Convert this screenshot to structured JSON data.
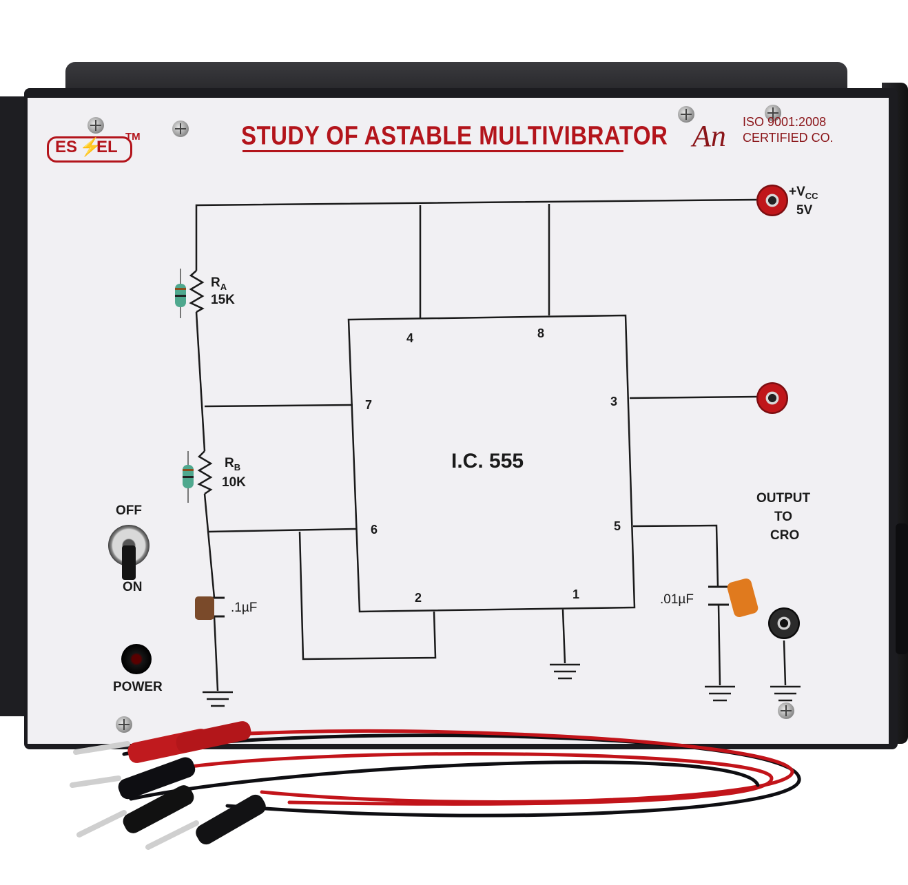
{
  "panel": {
    "brand": "ES",
    "brand_suffix": "EL",
    "trademark": "TM",
    "title": "STUDY OF ASTABLE MULTIVIBRATOR",
    "cert_logo": "An",
    "cert_line1": "ISO 9001:2008",
    "cert_line2": "CERTIFIED CO."
  },
  "circuit": {
    "vcc_label": "+V",
    "vcc_sub": "CC",
    "vcc_value": "5V",
    "ra_label": "R",
    "ra_sub": "A",
    "ra_value": "15K",
    "rb_label": "R",
    "rb_sub": "B",
    "rb_value": "10K",
    "c1_value": ".1µF",
    "c2_value": ".01µF",
    "ic_label": "I.C. 555",
    "pins": [
      "4",
      "8",
      "7",
      "3",
      "6",
      "5",
      "2",
      "1"
    ],
    "output_line1": "OUTPUT",
    "output_line2": "TO",
    "output_line3": "CRO"
  },
  "controls": {
    "switch_off": "OFF",
    "switch_on": "ON",
    "power_label": "POWER"
  },
  "colors": {
    "title_red": "#b3141b",
    "socket_red": "#c0161a",
    "panel_white": "#f1f0f3",
    "cabinet": "#1e1e22"
  }
}
